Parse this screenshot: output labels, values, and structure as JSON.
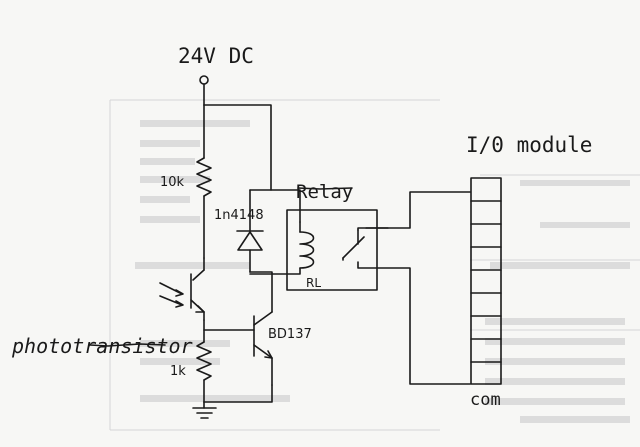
{
  "supply_label": "24V DC",
  "module_title": "I/0 module",
  "relay_title": "Relay",
  "relay_coil_label": "RL",
  "diode_label": "1n4148",
  "resistor_top_label": "10k",
  "resistor_bottom_label": "1k",
  "transistor_label": "BD137",
  "phototransistor_label": "phototransistor",
  "com_label": "com"
}
